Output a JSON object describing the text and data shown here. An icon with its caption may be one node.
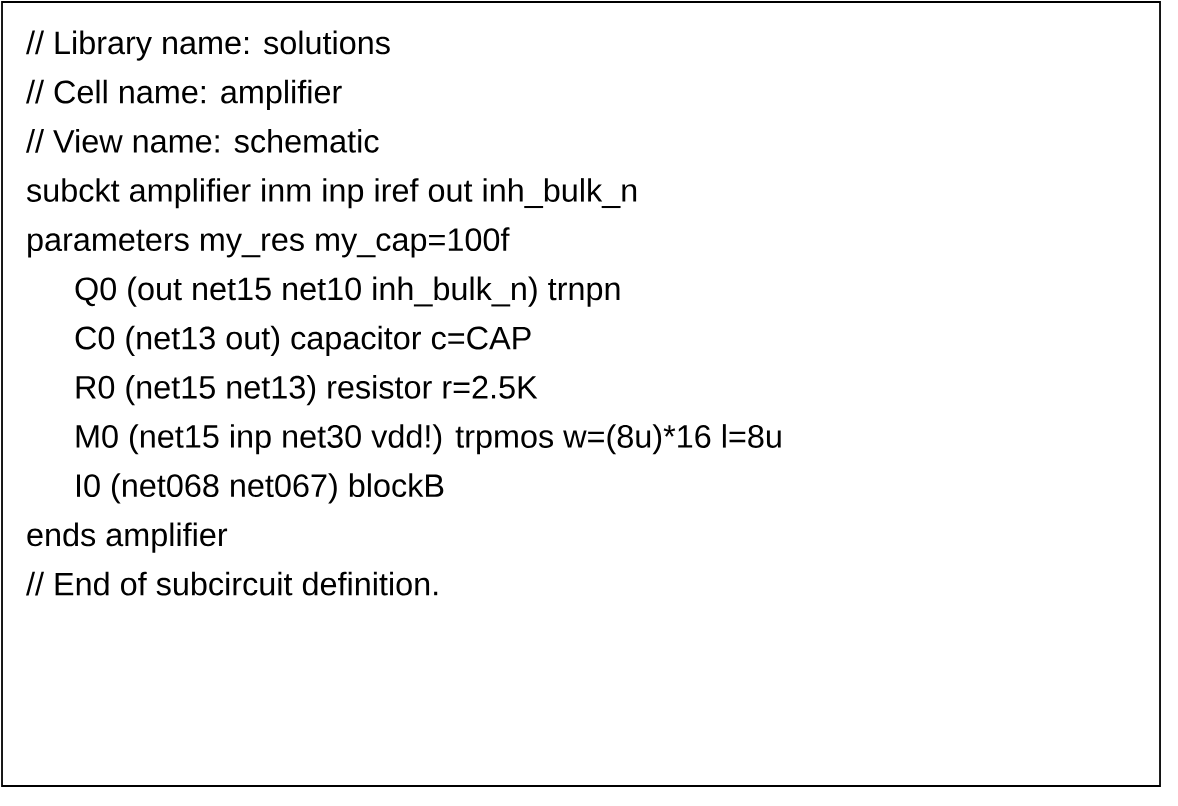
{
  "diagram": {
    "nodes": [
      {
        "text": [
          "// Library name: solutions",
          "// Cell name: amplifier",
          "// View name: schematic",
          "subckt amplifier inm inp iref out inh_bulk_n",
          "parameters my_res my_cap=100f",
          "Q0 (out net15 net10 inh_bulk_n) trnpn",
          "C0 (net13 out) capacitor c=CAP",
          "R0 (net15 net13) resistor r=2.5K",
          "M0 (net15 inp net30 vdd!) trpmos w=(8u)*16 l=8u",
          "I0 (net068 net067) blockB",
          "ends amplifier",
          "// End of subcircuit definition."
        ]
      }
    ]
  }
}
